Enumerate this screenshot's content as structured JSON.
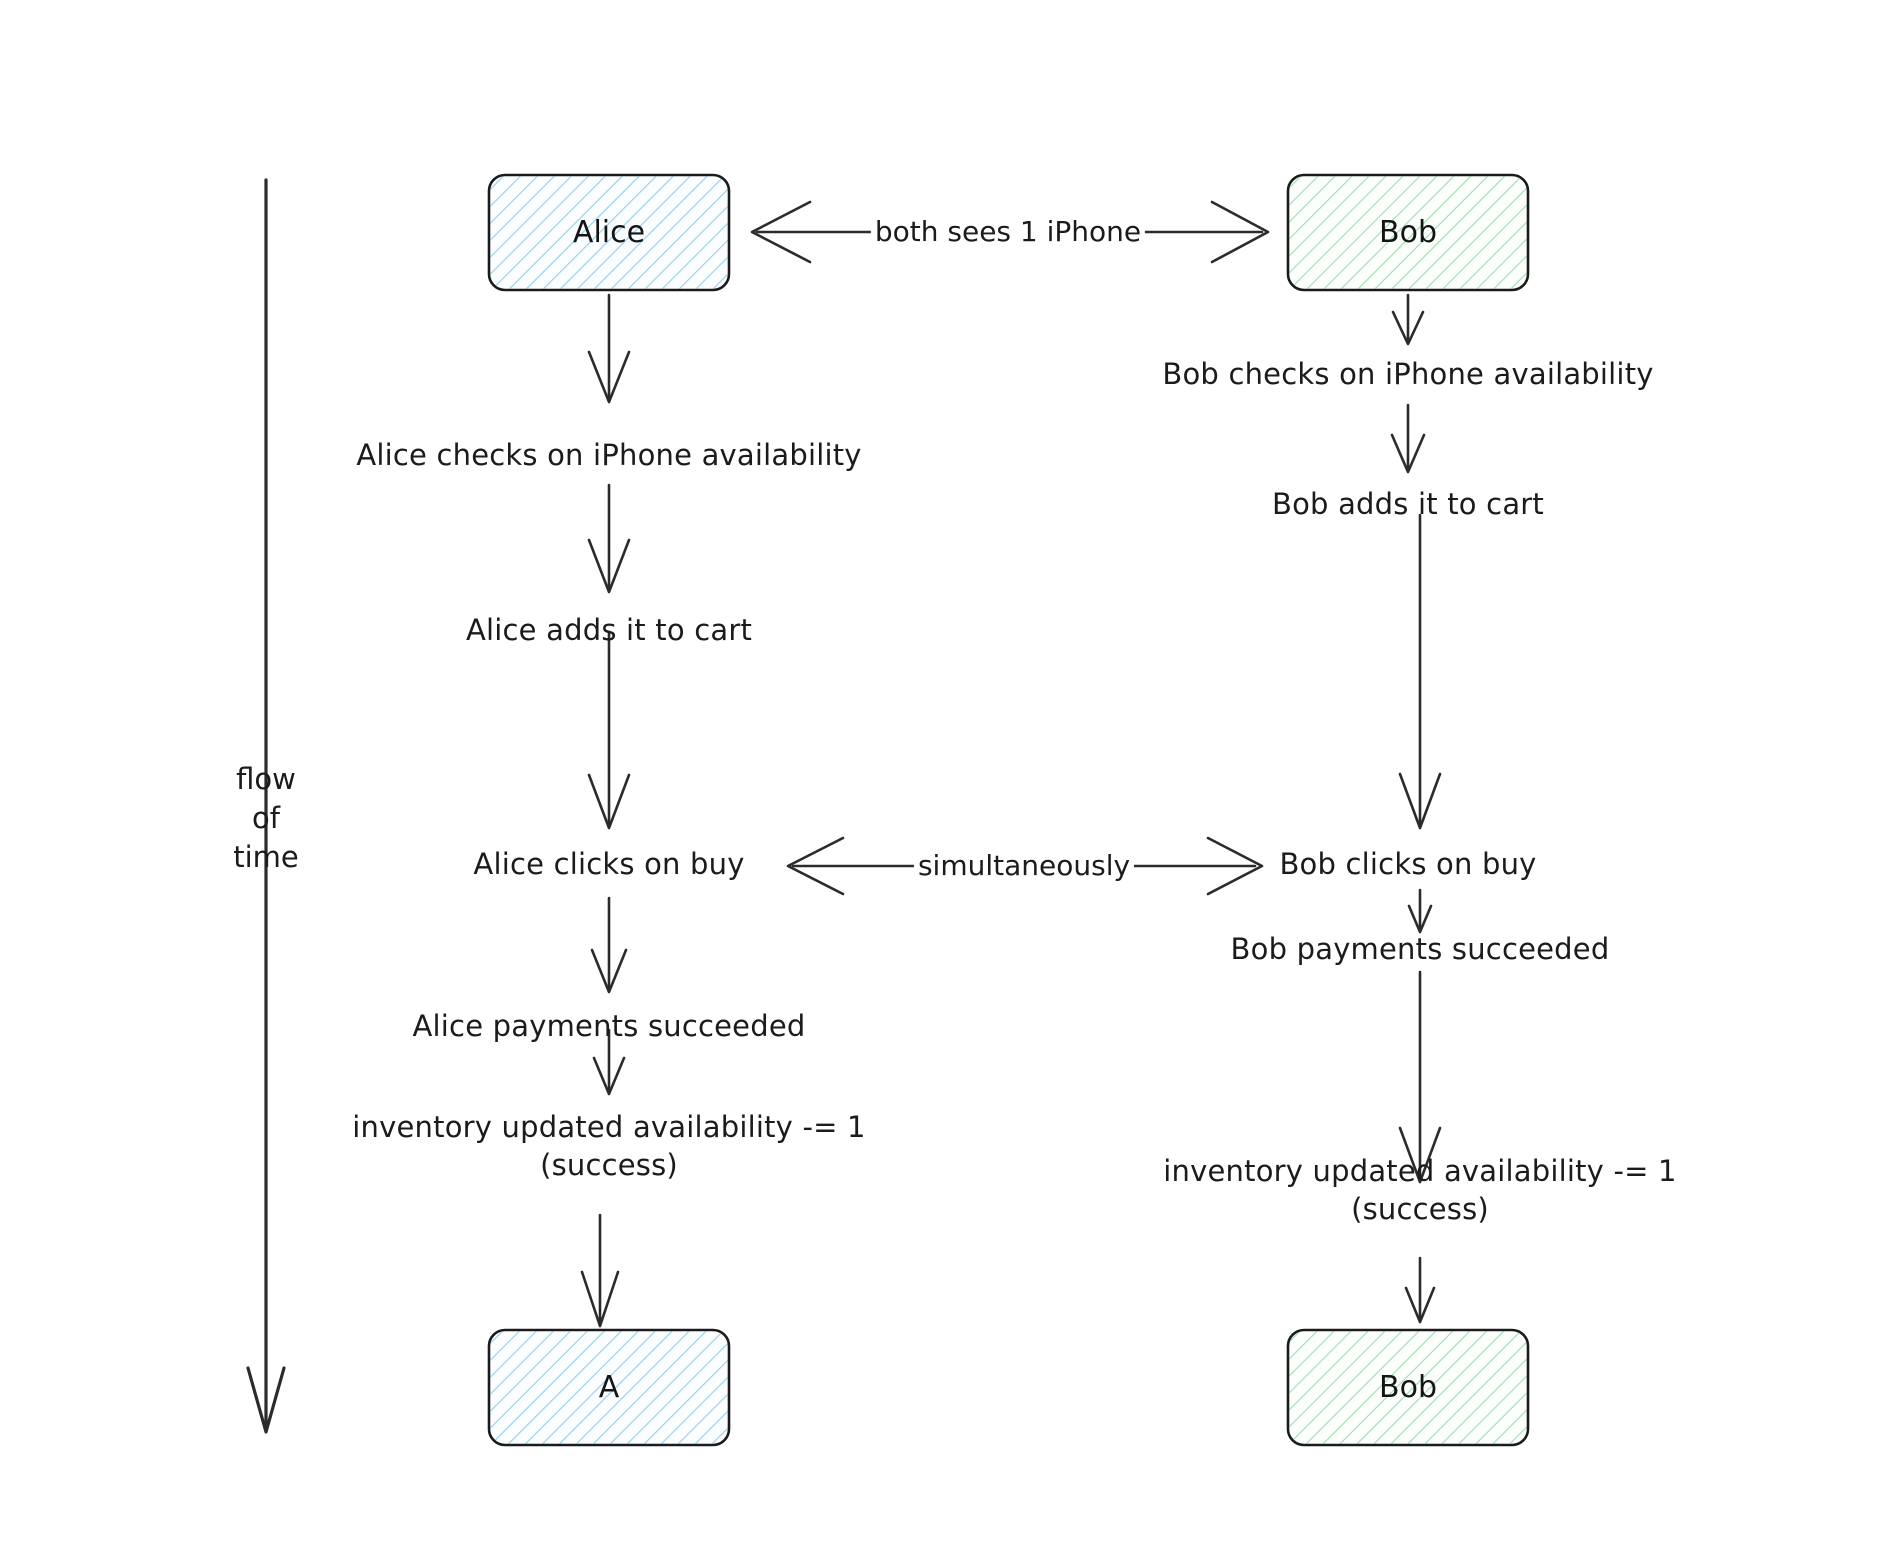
{
  "diagram": {
    "type": "flowchart",
    "title": "Alice and Bob concurrent iPhone purchase race condition",
    "background_color": "#ffffff",
    "stroke_color": "#1b1b1b",
    "alice_fill_hatch_color": "#7ec8e8",
    "bob_fill_hatch_color": "#8fd6a6",
    "timeline": {
      "label": "flow\nof\ntime",
      "direction": "downward"
    },
    "nodes": [
      {
        "id": "alice-top",
        "label": "Alice",
        "column": "left",
        "style": "blue-hatched"
      },
      {
        "id": "bob-top",
        "label": "Bob",
        "column": "right",
        "style": "green-hatched"
      },
      {
        "id": "alice-bottom",
        "label": "A",
        "column": "left",
        "style": "blue-hatched"
      },
      {
        "id": "bob-bottom",
        "label": "Bob",
        "column": "right",
        "style": "green-hatched"
      }
    ],
    "left_column_steps": [
      {
        "id": "alice-checks",
        "label": "Alice checks on iPhone availability"
      },
      {
        "id": "alice-adds-cart",
        "label": "Alice adds it to cart"
      },
      {
        "id": "alice-clicks-buy",
        "label": "Alice clicks on buy"
      },
      {
        "id": "alice-payments",
        "label": "Alice payments succeeded"
      },
      {
        "id": "alice-inventory",
        "label": "inventory updated availability -= 1\n(success)"
      }
    ],
    "right_column_steps": [
      {
        "id": "bob-checks",
        "label": "Bob checks on iPhone availability"
      },
      {
        "id": "bob-adds-cart",
        "label": "Bob adds it to cart"
      },
      {
        "id": "bob-clicks-buy",
        "label": "Bob clicks on buy"
      },
      {
        "id": "bob-payments",
        "label": "Bob payments succeeded"
      },
      {
        "id": "bob-inventory",
        "label": "inventory updated availability -= 1\n(success)"
      }
    ],
    "cross_links": [
      {
        "id": "both-sees",
        "label": "both sees 1 iPhone",
        "from": "alice-top",
        "to": "bob-top",
        "arrow": "double"
      },
      {
        "id": "simultaneously",
        "label": "simultaneously",
        "from": "alice-clicks-buy",
        "to": "bob-clicks-buy",
        "arrow": "double"
      }
    ]
  }
}
